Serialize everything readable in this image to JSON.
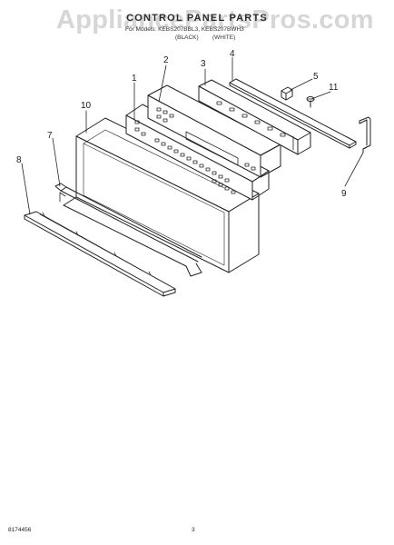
{
  "header": {
    "watermark": "AppliancePartsPros.com",
    "title": "CONTROL PANEL PARTS",
    "subtitle": "For Models: KEBS207BBL3, KEBS207BWH3",
    "color_left": "(BLACK)",
    "color_right": "(WHITE)"
  },
  "callouts": {
    "n1": "1",
    "n2": "2",
    "n3": "3",
    "n4": "4",
    "n5": "5",
    "n7": "7",
    "n8": "8",
    "n9": "9",
    "n10": "10",
    "n11": "11"
  },
  "footer": {
    "drawing_id": "8174456",
    "page": "3"
  }
}
